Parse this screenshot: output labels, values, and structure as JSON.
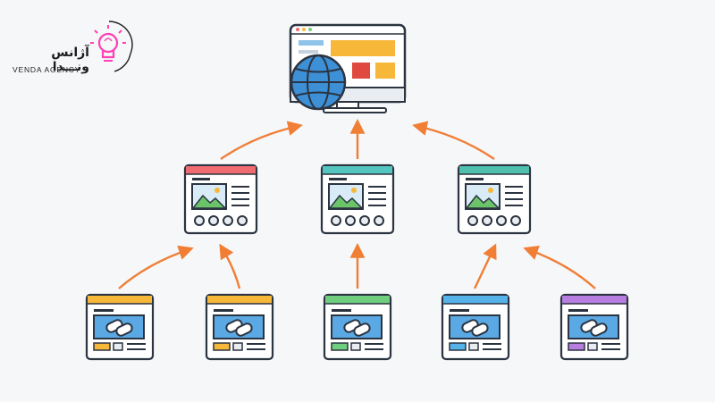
{
  "brand": {
    "name_fa": "آژانس ونـــدا",
    "name_en": "VENDA AGENCY",
    "accent": "#ff3fb4"
  },
  "diagram": {
    "root": {
      "icon": "website-globe-icon"
    },
    "mid_pages": [
      {
        "color": "#f06a72"
      },
      {
        "color": "#55c6bf"
      },
      {
        "color": "#4fbfae"
      }
    ],
    "link_pages": [
      {
        "color": "#f7b739",
        "parent": 0
      },
      {
        "color": "#f7b739",
        "parent": 0
      },
      {
        "color": "#6fcf7f",
        "parent": 1
      },
      {
        "color": "#56b3ea",
        "parent": 2
      },
      {
        "color": "#b77ee0",
        "parent": 2
      }
    ],
    "arrow_color": "#f07e35"
  }
}
